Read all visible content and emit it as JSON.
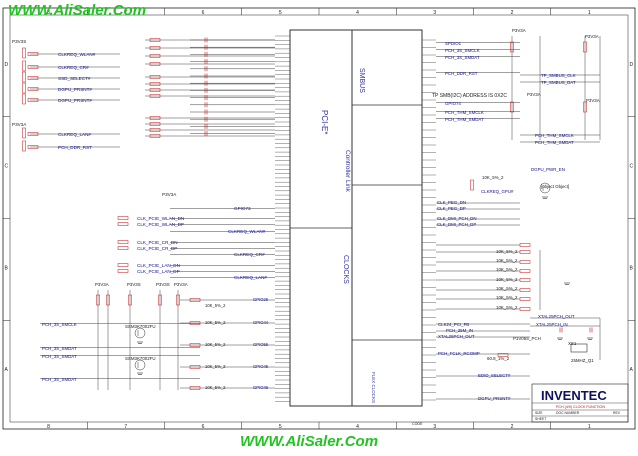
{
  "watermark": {
    "top": "WWW.AliSaler.Com",
    "bottom": "WWW.AliSaler.Com"
  },
  "border": {
    "columns_top": [
      "8",
      "7",
      "6",
      "5",
      "4",
      "3",
      "2",
      "1"
    ],
    "columns_bottom": [
      "8",
      "7",
      "6",
      "5",
      "4",
      "3",
      "2",
      "1"
    ],
    "rows": [
      "D",
      "C",
      "B",
      "A"
    ]
  },
  "blocks": {
    "smbus": "SMBUS",
    "pcie": "PCI-E*",
    "controller_link": "Controller Link",
    "clocks": "CLOCKS",
    "flex_clocks": "FLEX CLOCKS"
  },
  "nets_left": [
    {
      "label": "CLKREQ_WLAN#"
    },
    {
      "label": "CLKREQ_CR#"
    },
    {
      "label": "SSD_SELECT#"
    },
    {
      "label": "DGPU_PRSNT#"
    },
    {
      "label": "DGPU_PRSNT#"
    },
    {
      "label": "CLKREQ_LAN#"
    },
    {
      "label": "PCH_DDR_RST"
    }
  ],
  "power_left": [
    "P3V3S",
    "P3V3A"
  ],
  "nets_mid": [
    {
      "label": "GPIO73"
    },
    {
      "label": "CLK_PCIE_WLAN_DN"
    },
    {
      "label": "CLK_PCIE_WLAN_DP"
    },
    {
      "label": "CLKREQ_WLAN#"
    },
    {
      "label": "CLK_PCIE_CR_DN"
    },
    {
      "label": "CLK_PCIE_CR_DP"
    },
    {
      "label": "CLKREQ_CR#"
    },
    {
      "label": "CLK_PCIE_LAN_DN"
    },
    {
      "label": "CLK_PCIE_LAN_DP"
    },
    {
      "label": "CLKREQ_LAN#"
    }
  ],
  "power_mid": [
    "P3V3A"
  ],
  "gpio_mid": [
    {
      "label": "GPIO26",
      "res": "10K_5%_2"
    },
    {
      "label": "GPIO44",
      "res": "10K_5%_2"
    },
    {
      "label": "GPIO56",
      "res": "10K_5%_2"
    },
    {
      "label": "GPIO45",
      "res": "10K_5%_2"
    },
    {
      "label": "GPIO46",
      "res": "10K_5%_2"
    }
  ],
  "nets_left_lower": [
    {
      "label": "PCH_3S_SMCLK"
    },
    {
      "label": "PCH_3S_SMDAT"
    },
    {
      "label": "PCH_3S_SMDAT"
    },
    {
      "label": "PCH_3S_SMDAT"
    }
  ],
  "power_lower": [
    "P3V3A",
    "P3V3S",
    "P3V3S",
    "P3V3A"
  ],
  "transistors": [
    "SSM3K7002FU",
    "SSM3K7002FU"
  ],
  "smbus_nets": [
    {
      "label": "SPDIO1"
    },
    {
      "label": "PCH_3S_SMCLK"
    },
    {
      "label": "PCH_3S_SMDAT"
    },
    {
      "label": "PCH_DDR_RST"
    },
    {
      "label": "TP_SMBUS_CLK"
    },
    {
      "label": "TP_SMBUS_DAT"
    },
    {
      "label": "GPIO74"
    },
    {
      "label": "PCH_THM_SMCLK"
    },
    {
      "label": "PCH_THM_SMDAT"
    },
    {
      "label": "PCH_THM_SMCLK"
    },
    {
      "label": "PCH_THM_SMDAT"
    }
  ],
  "smbus_note": "TP SMB(I2C) ADDRESS IS 0X2C",
  "power_right": [
    "P3V3A",
    "P3V3A",
    "P3V3A",
    "P3V3A"
  ],
  "right_parts": [
    {
      "label": "DGPU_PWR_EN"
    },
    {
      "label": "SSM3K7002FU"
    },
    {
      "label": "CLKREQ_GPU#"
    },
    {
      "label": "10K_5%_2"
    },
    {
      "label": "CLK_PEG_DN"
    },
    {
      "label": "CLK_PEG_DP"
    },
    {
      "label": "CLK_DMI_PCH_DN"
    },
    {
      "label": "CLK_DMI_PCH_DP"
    }
  ],
  "right_res": [
    "10K_5%_2",
    "10K_5%_2",
    "10K_5%_2",
    "10K_5%_2",
    "10K_5%_2",
    "10K_5%_2",
    "10K_5%_2"
  ],
  "xtal_block": {
    "labels": [
      "CLK24_PCI_FB",
      "PCH_25M_IN",
      "XTAL25PCH_OUT",
      "XTAL25PCH_IN",
      "XTAL25PCH_OUT",
      "PCH_FCLK_RCOMP",
      "P1V05S_PCH",
      "60.8_1%_2",
      "25MHZ_Q1",
      "EDID_SELECT#",
      "DGPU_PRSNT#"
    ],
    "crystal": "XS1"
  },
  "title_block": {
    "company": "INVENTEC",
    "title": "PCH (4/9) CLOCK FUNCTION",
    "doc_label": "DOC NUMBER",
    "size_label": "SIZE",
    "rev_label": "REV",
    "code_label": "CODE",
    "sheet_label": "SHEET"
  }
}
